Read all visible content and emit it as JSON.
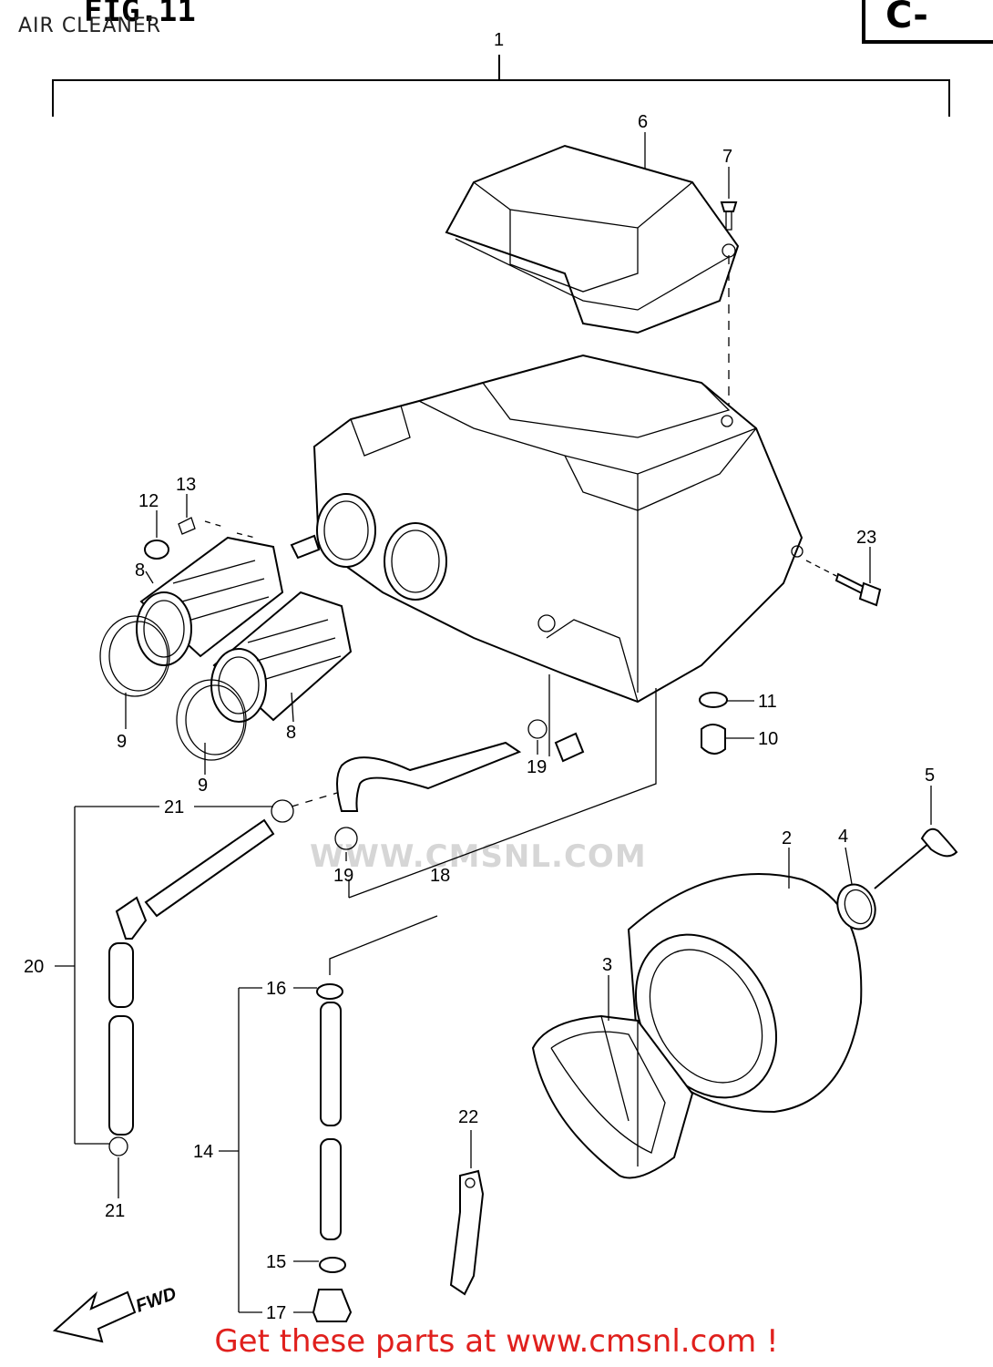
{
  "header": {
    "title": "AIR CLEANER",
    "fig_label": "FIG.11",
    "section": "C-"
  },
  "watermark": "WWW.CMSNL.COM",
  "footer": {
    "promo": "Get these parts at www.cmsnl.com !"
  },
  "callouts": {
    "c1": "1",
    "c2": "2",
    "c3": "3",
    "c4": "4",
    "c5": "5",
    "c6": "6",
    "c7": "7",
    "c8a": "8",
    "c8b": "8",
    "c9a": "9",
    "c9b": "9",
    "c10": "10",
    "c11": "11",
    "c12": "12",
    "c13": "13",
    "c14": "14",
    "c15": "15",
    "c16": "16",
    "c17": "17",
    "c18": "18",
    "c19a": "19",
    "c19b": "19",
    "c20": "20",
    "c21a": "21",
    "c21b": "21",
    "c22": "22",
    "c23": "23"
  },
  "fwd_label": "FWD"
}
